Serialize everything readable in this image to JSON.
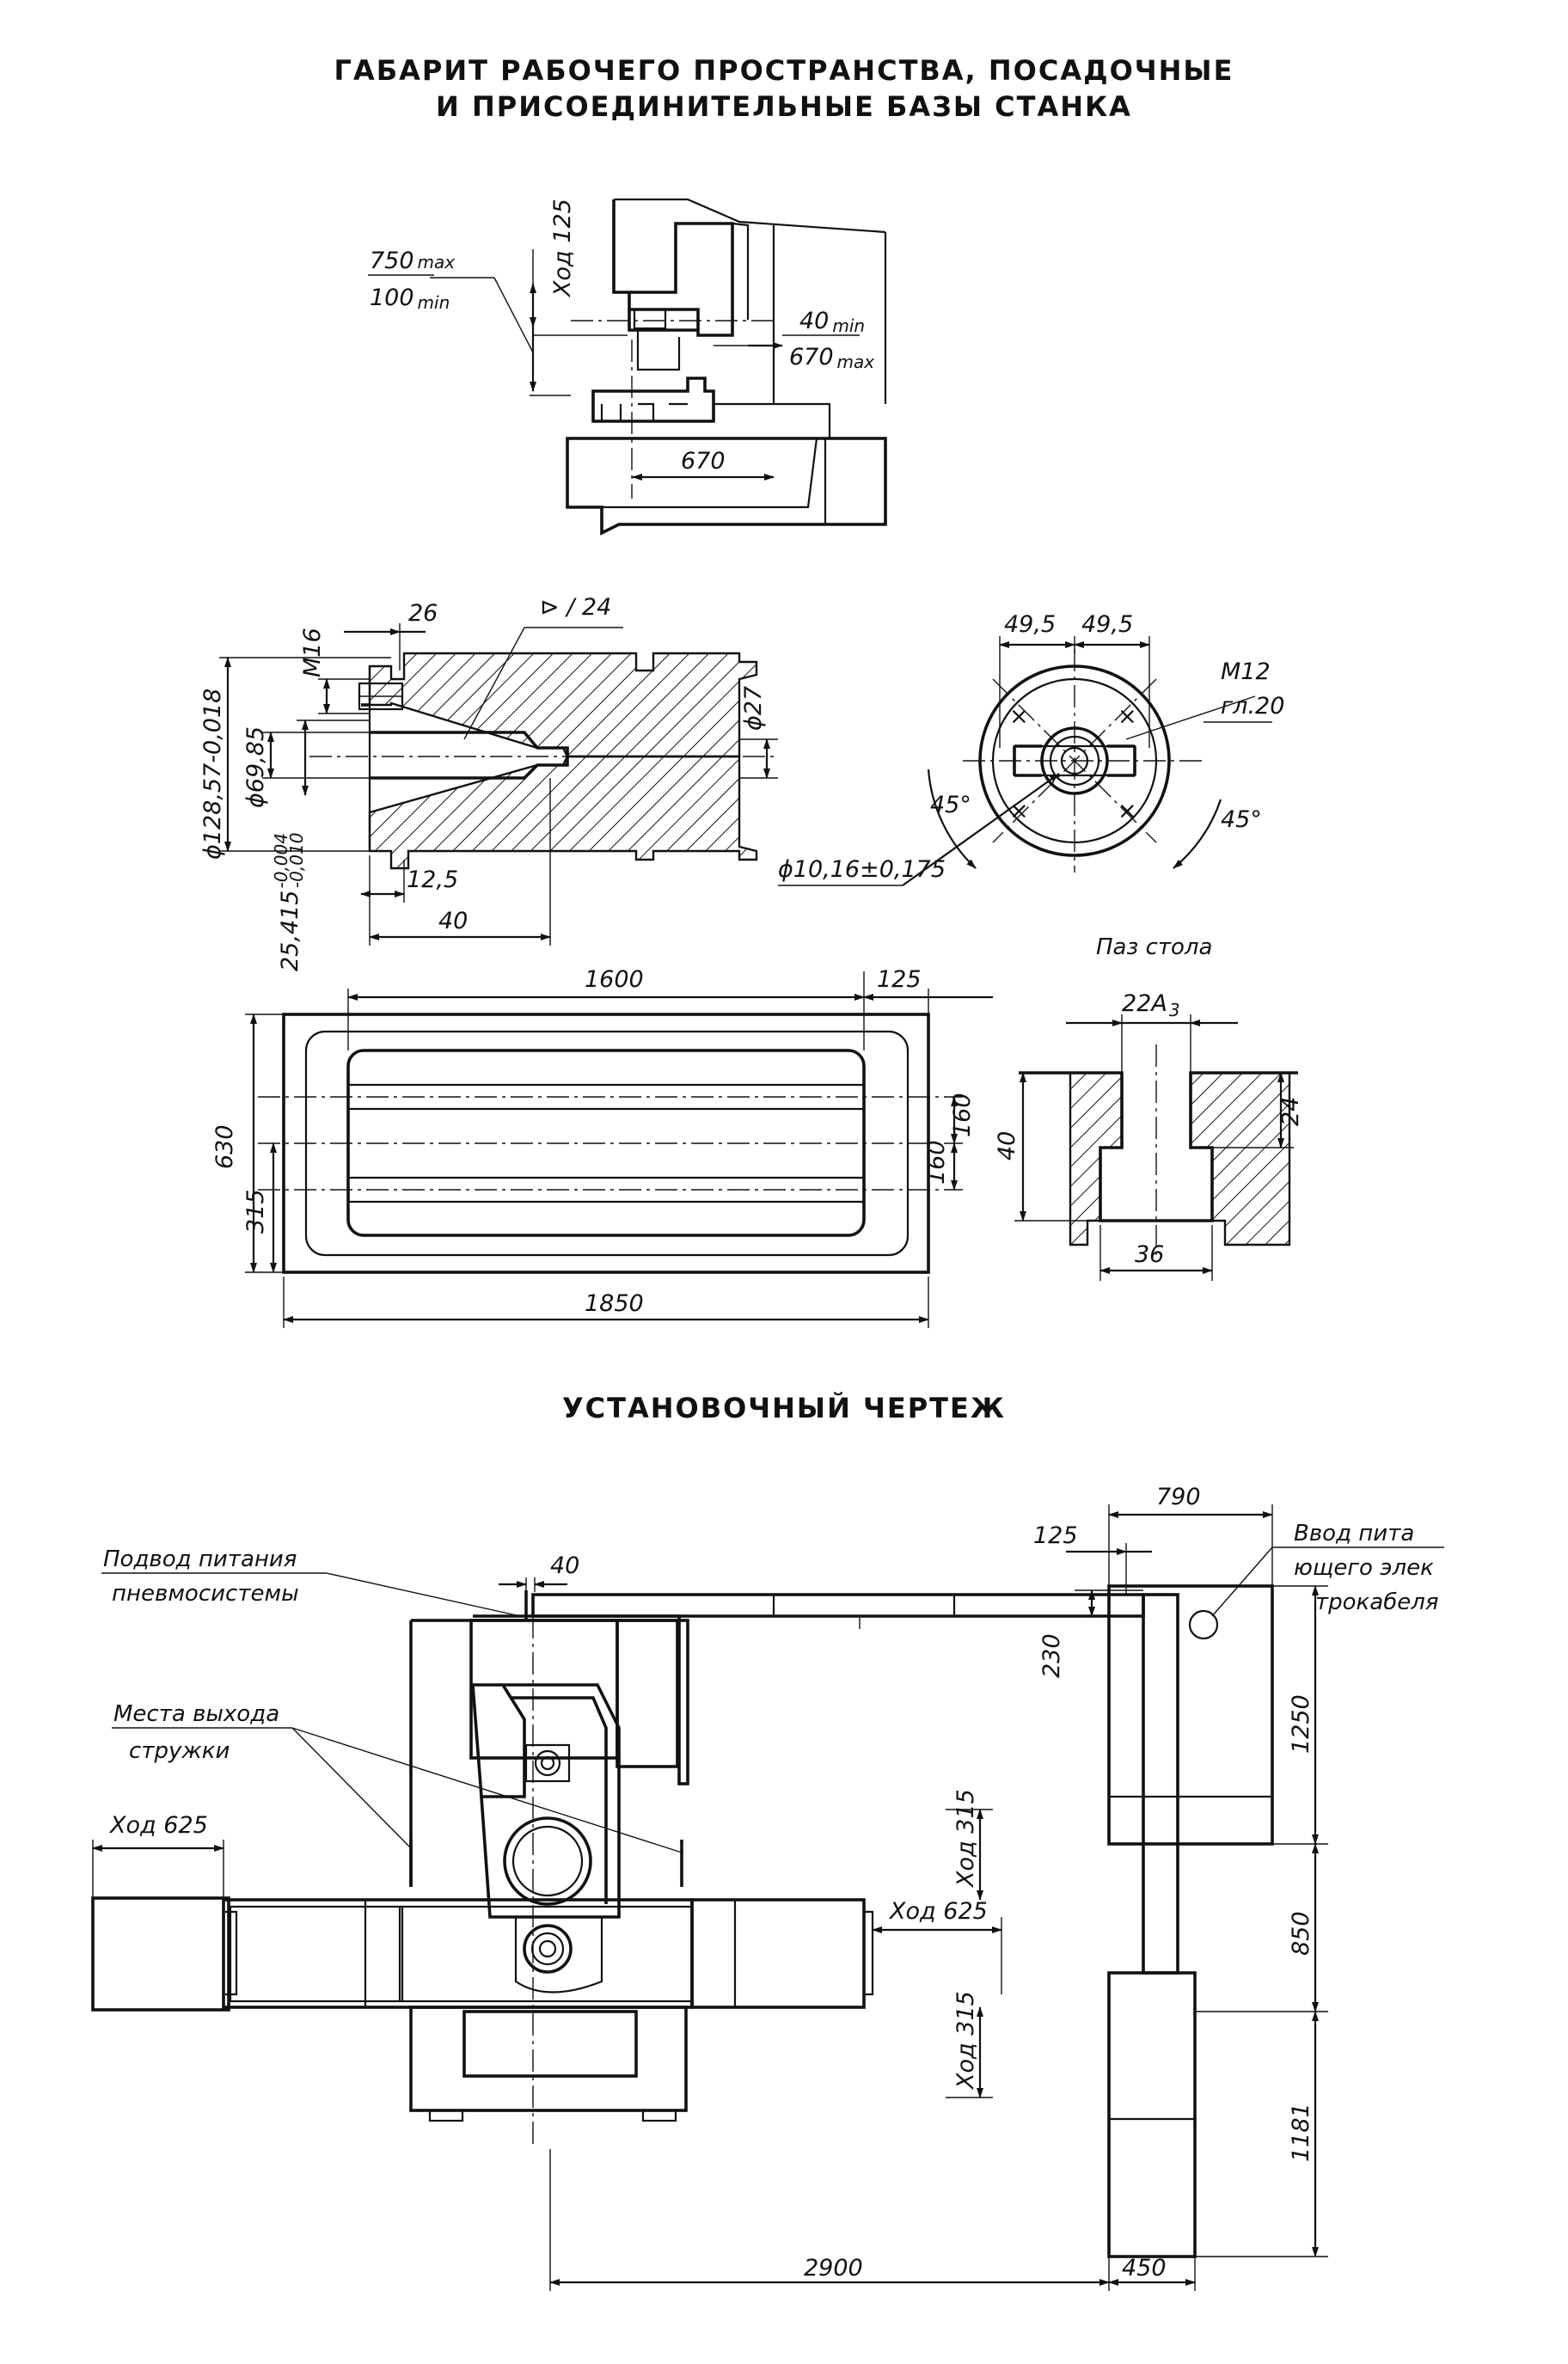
{
  "headings": {
    "workspace_line1": "ГАБАРИТ РАБОЧЕГО ПРОСТРАНСТВА, ПОСАДОЧНЫЕ",
    "workspace_line2": "И ПРИСОЕДИНИТЕЛЬНЫЕ БАЗЫ СТАНКА",
    "installation": "УСТАНОВОЧНЫЙ ЧЕРТЕЖ"
  },
  "workspace": {
    "stroke_label": "Ход 125",
    "height_max": "750",
    "height_max_sub": "max",
    "height_min": "100",
    "height_min_sub": "min",
    "reach_min": "40",
    "reach_min_sub": "min",
    "reach_max": "670",
    "reach_max_sub": "max",
    "table_width": "670"
  },
  "spindle": {
    "thread": "M16",
    "key_width": "26",
    "taper": "⊳ / 24",
    "bore": "ϕ27",
    "outer_diameter": "ϕ128,57-0,018",
    "taper_diameter": "ϕ69,85",
    "pilot_diameter": "25,415",
    "pilot_tol_upper": "-0,004",
    "pilot_tol_lower": "-0,010",
    "pilot_length": "12,5",
    "depth": "40"
  },
  "spindle_face": {
    "half_spacing_left": "49,5",
    "half_spacing_right": "49,5",
    "thread": "M12",
    "thread_depth": "гл.20",
    "angle_left": "45°",
    "angle_right": "45°",
    "center_diameter": "ϕ10,16±0,175"
  },
  "table": {
    "working_length": "1600",
    "end_offset": "125",
    "width": "630",
    "half_width": "315",
    "slot_pitch_upper": "160",
    "slot_pitch_lower": "160",
    "overall_length": "1850"
  },
  "table_slot": {
    "title": "Паз стола",
    "slot_width": "22A",
    "slot_width_sub": "3",
    "depth_upper": "24",
    "total_depth": "40",
    "bottom_width": "36"
  },
  "installation": {
    "pneumatic_supply_line1": "Подвод питания",
    "pneumatic_supply_line2": "пневмосистемы",
    "pneumatic_offset": "40",
    "chip_exit_line1": "Места выхода",
    "chip_exit_line2": "стружки",
    "cable_entry_line1": "Ввод пита",
    "cable_entry_line2": "ющего элек",
    "cable_entry_line3": "трокабеля",
    "cabinet_width": "790",
    "cable_offset": "125",
    "cable_drop": "230",
    "stroke_x_left": "Ход 625",
    "stroke_x_right": "Ход 625",
    "stroke_y_upper": "Ход 315",
    "stroke_y_lower": "Ход 315",
    "cabinet_height_upper": "1250",
    "cabinet_height_middle": "850",
    "cabinet_height_lower": "1181",
    "center_distance": "2900",
    "lower_cabinet_width": "450"
  }
}
